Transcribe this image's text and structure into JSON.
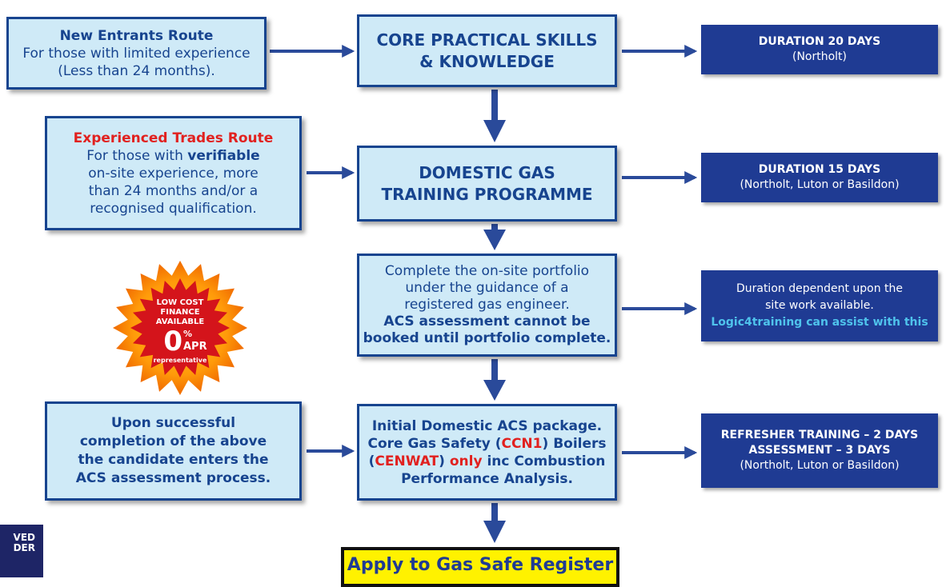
{
  "left": {
    "new_entrants": {
      "title": "New Entrants Route",
      "line1": "For those with limited experience",
      "line2": "(Less than 24 months)."
    },
    "experienced": {
      "title": "Experienced Trades Route",
      "line1_pre": "For those with ",
      "line1_bold": "verifiable",
      "line2": "on-site experience, more",
      "line3": "than 24 months and/or a",
      "line4": "recognised qualification."
    },
    "upon": {
      "line1": "Upon successful",
      "line2": "completion of the above",
      "line3": "the candidate enters the",
      "line4": "ACS assessment process."
    }
  },
  "centre": {
    "core": {
      "line1": "CORE PRACTICAL SKILLS",
      "line2": "& KNOWLEDGE"
    },
    "domestic": {
      "line1": "DOMESTIC GAS",
      "line2": "TRAINING PROGRAMME"
    },
    "portfolio": {
      "line1": "Complete the on-site portfolio",
      "line2": "under the guidance of a",
      "line3": "registered gas engineer.",
      "line4": "ACS assessment cannot be",
      "line5": "booked until portfolio complete."
    },
    "initial": {
      "line1": "Initial Domestic ACS package.",
      "line2_pre": "Core Gas Safety (",
      "line2_red": "CCN1",
      "line2_post": ") Boilers",
      "line3_open": "(",
      "line3_red": "CENWAT",
      "line3_close": ") ",
      "line3_only": "only",
      "line3_post": " inc Combustion",
      "line4": "Performance Analysis."
    }
  },
  "right": {
    "d20": {
      "title": "DURATION 20 DAYS",
      "location": "(Northolt)"
    },
    "d15": {
      "title": "DURATION 15 DAYS",
      "location": "(Northolt, Luton or Basildon)"
    },
    "dependent": {
      "line1": "Duration dependent upon the",
      "line2": "site work available.",
      "line3": "Logic4training can assist with this"
    },
    "refresher": {
      "line1": "REFRESHER TRAINING – 2 DAYS",
      "line2": "ASSESSMENT – 3 DAYS",
      "line3": "(Northolt, Luton or Basildon)"
    }
  },
  "apply": {
    "label": "Apply to Gas Safe Register"
  },
  "finance_badge": {
    "line1": "LOW COST",
    "line2": "FINANCE",
    "line3": "AVAILABLE",
    "zero": "0",
    "percent": "%",
    "apr": "APR",
    "representative": "representative"
  },
  "approved_badge": {
    "line1": "VED",
    "line2": "DER"
  },
  "colors": {
    "light_box": "#cfeaf7",
    "dark_box": "#1f3b93",
    "text_blue": "#17448f",
    "red": "#e1211f",
    "cyan": "#4fc3ec",
    "apply_yellow": "#fff200",
    "arrow": "#2a4a9a"
  }
}
